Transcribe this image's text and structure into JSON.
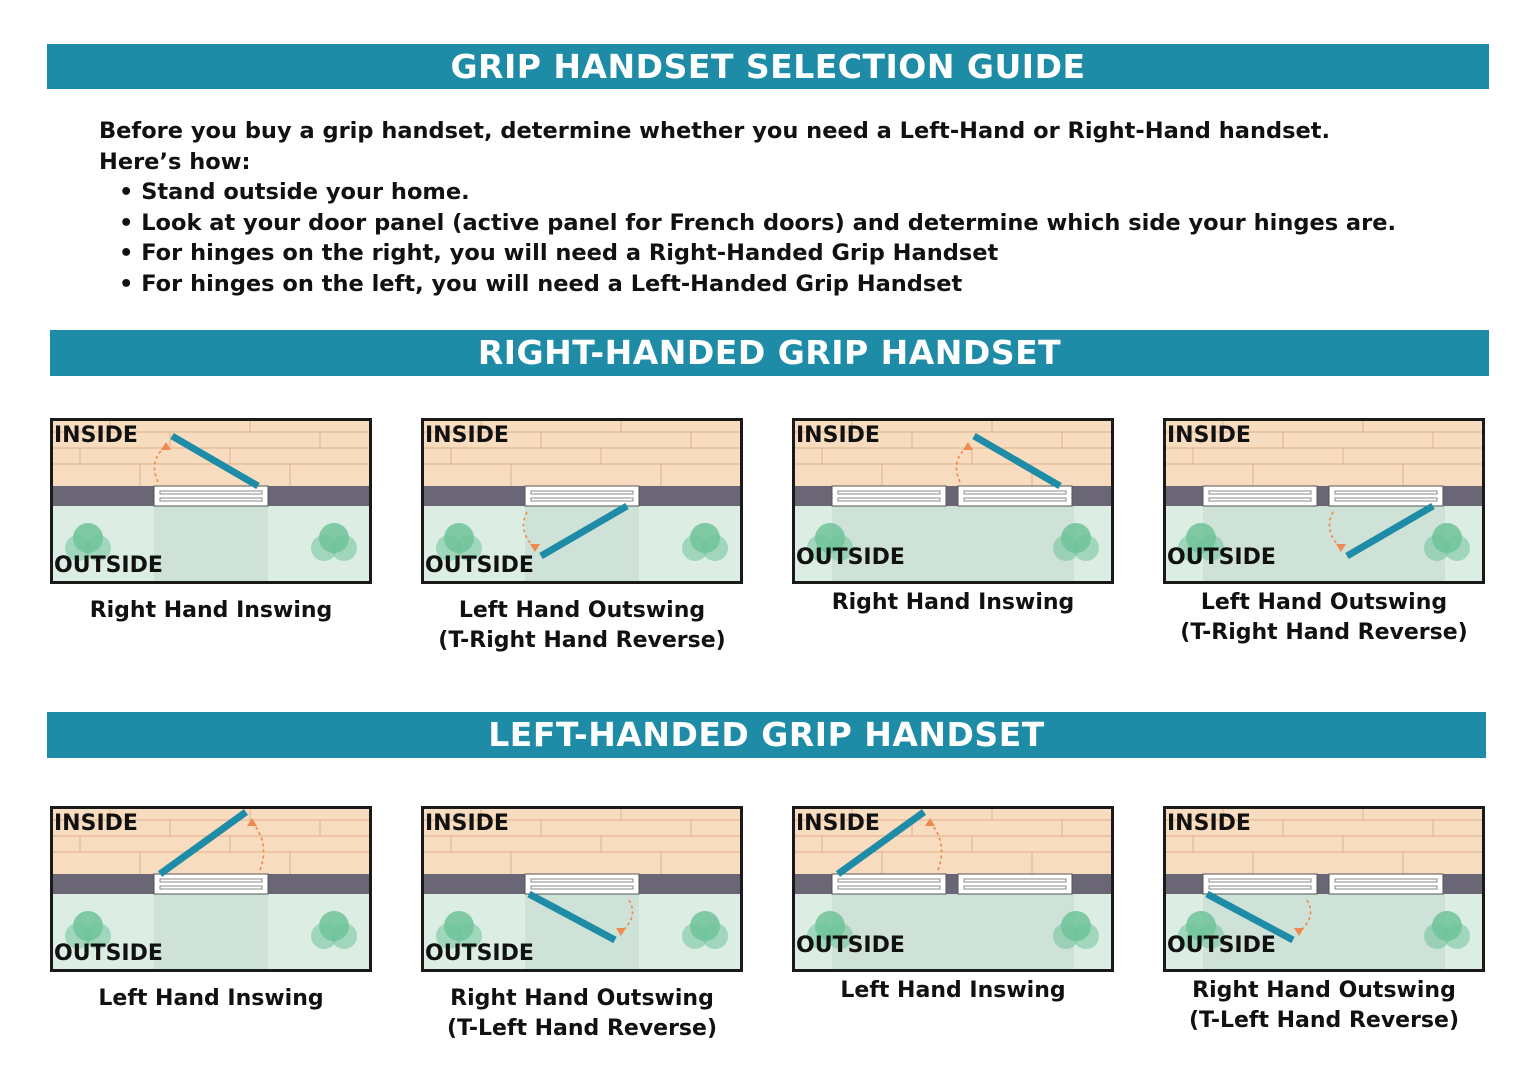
{
  "header": {
    "title": "GRIP HANDSET SELECTION GUIDE"
  },
  "intro": {
    "line1": "Before you buy a grip handset, determine whether you need a Left-Hand or Right-Hand handset.",
    "line2": "Here’s how:",
    "bullets": [
      "Stand outside your home.",
      "Look at your door panel (active panel for French doors) and determine which side your hinges are.",
      "For hinges on the right, you will need a Right-Handed Grip Handset",
      "For hinges on the left, you will need a Left-Handed Grip Handset"
    ]
  },
  "sections": [
    {
      "title": "RIGHT-HANDED GRIP HANDSET",
      "diagrams": [
        {
          "inside": "INSIDE",
          "outside": "OUTSIDE",
          "caption": [
            "Right Hand Inswing"
          ],
          "doors": 1,
          "swing": "in",
          "hinge": "right"
        },
        {
          "inside": "INSIDE",
          "outside": "OUTSIDE",
          "caption": [
            "Left Hand Outswing",
            "(T-Right Hand Reverse)"
          ],
          "doors": 1,
          "swing": "out",
          "hinge": "right"
        },
        {
          "inside": "INSIDE",
          "outside": "OUTSIDE",
          "caption": [
            "Right Hand Inswing"
          ],
          "doors": 2,
          "swing": "in",
          "hinge": "right"
        },
        {
          "inside": "INSIDE",
          "outside": "OUTSIDE",
          "caption": [
            "Left Hand Outswing",
            "(T-Right Hand Reverse)"
          ],
          "doors": 2,
          "swing": "out",
          "hinge": "right"
        }
      ]
    },
    {
      "title": "LEFT-HANDED GRIP HANDSET",
      "diagrams": [
        {
          "inside": "INSIDE",
          "outside": "OUTSIDE",
          "caption": [
            "Left Hand Inswing"
          ],
          "doors": 1,
          "swing": "in",
          "hinge": "left"
        },
        {
          "inside": "INSIDE",
          "outside": "OUTSIDE",
          "caption": [
            "Right Hand Outswing",
            "(T-Left Hand Reverse)"
          ],
          "doors": 1,
          "swing": "out",
          "hinge": "left"
        },
        {
          "inside": "INSIDE",
          "outside": "OUTSIDE",
          "caption": [
            "Left Hand Inswing"
          ],
          "doors": 2,
          "swing": "in",
          "hinge": "left"
        },
        {
          "inside": "INSIDE",
          "outside": "OUTSIDE",
          "caption": [
            "Right Hand Outswing",
            "(T-Left Hand Reverse)"
          ],
          "doors": 2,
          "swing": "out",
          "hinge": "left"
        }
      ]
    }
  ],
  "colors": {
    "banner": "#1e8ca6",
    "floor": "#f8dcc0",
    "floor_line": "#e2b994",
    "wall": "#6b6675",
    "outside": "#dcede3",
    "bush": "#6fc39a",
    "door": "#1e8ca6",
    "arrow": "#ef8a4f",
    "frame": "#1a1a1a"
  }
}
